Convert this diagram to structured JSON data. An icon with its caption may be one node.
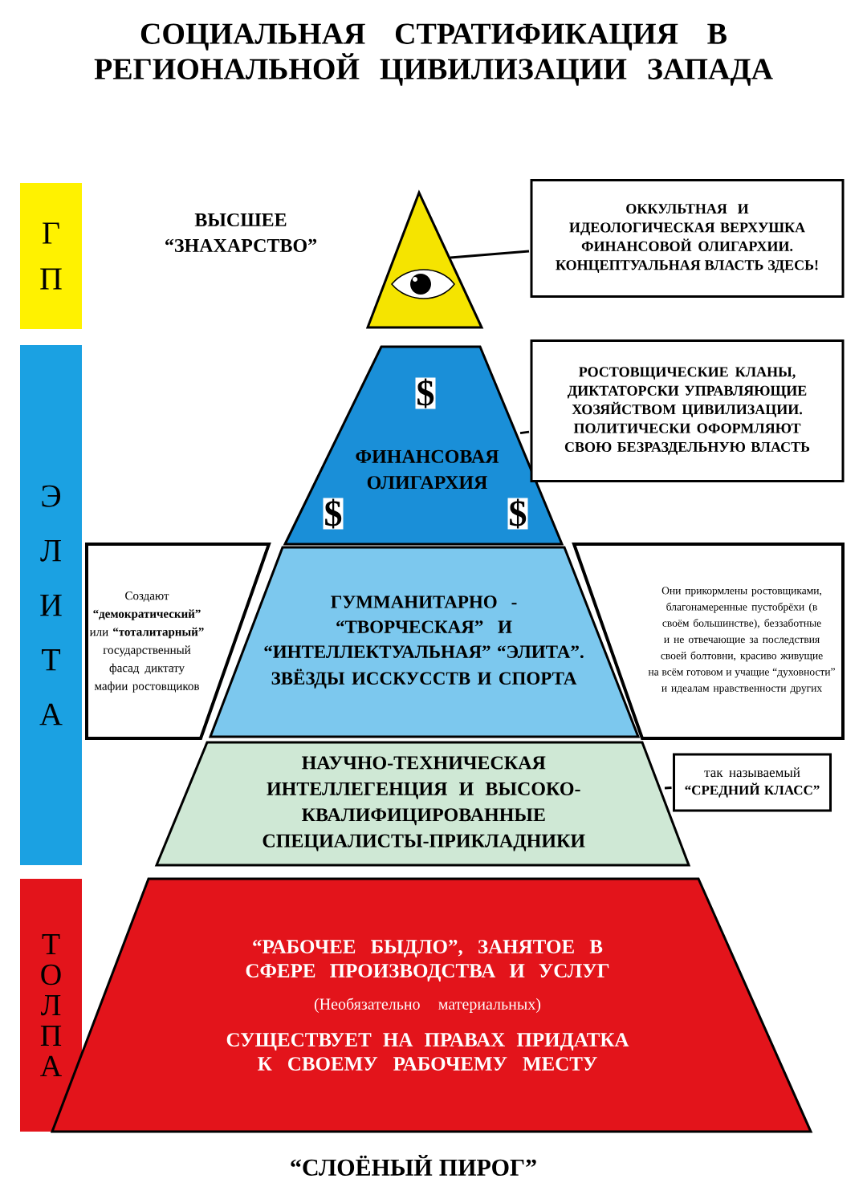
{
  "diagram": {
    "title": "СОЦИАЛЬНАЯ СТРАТИФИКАЦИЯ В РЕГИОНАЛЬНОЙ ЦИВИЛИЗАЦИИ ЗАПАДА",
    "caption": "“СЛОЁНЫЙ ПИРОГ”",
    "nodes": [
      {
        "text": [
          "Г П"
        ]
      },
      {
        "text": [
          "Э Л И Т А"
        ]
      },
      {
        "text": [
          "Т О Л П А"
        ]
      },
      {
        "text": [],
        "shape": "triangle",
        "beside": [
          "ВЫСШЕЕ “ЗНАХАРСТВО”"
        ]
      },
      {
        "text": [
          "ФИНАНСОВАЯ ОЛИГАРХИЯ"
        ]
      },
      {
        "text": [
          "ГУММАНИТАРНО - “ТВОРЧЕСКАЯ” И “ИНТЕЛЛЕКТУАЛЬНАЯ” “ЭЛИТА”.",
          "ЗВЁЗДЫ ИССКУССТВ И СПОРТА"
        ]
      },
      {
        "text": [
          "НАУЧНО-ТЕХНИЧЕСКАЯ ИНТЕЛЛЕГЕНЦИЯ И ВЫСОКО-КВАЛИФИЦИРОВАННЫЕ СПЕЦИАЛИСТЫ-ПРИКЛАДНИКИ"
        ]
      },
      {
        "text": [
          "“РАБОЧЕЕ БЫДЛО”, ЗАНЯТОЕ В СФЕРЕ ПРОИЗВОДСТВА И УСЛУГ",
          "(Необязательно материальных)",
          "СУЩЕСТВУЕТ НА ПРАВАХ ПРИДАТКА К СВОЕМУ РАБОЧЕМУ МЕСТУ"
        ]
      },
      {
        "text": [
          "ОККУЛЬТНАЯ И ИДЕОЛОГИЧЕСКАЯ ВЕРХУШКА ФИНАНСОВОЙ ОЛИГАРХИИ. КОНЦЕПТУАЛЬНАЯ ВЛАСТЬ ЗДЕСЬ!"
        ]
      },
      {
        "text": [
          "РОСТОВЩИЧЕСКИЕ КЛАНЫ, ДИКТАТОРСКИ УПРАВЛЯЮЩИЕ ХОЗЯЙСТВОМ ЦИВИЛИЗАЦИИ. ПОЛИТИЧЕСКИ ОФОРМЛЯЮТ СВОЮ БЕЗРАЗДЕЛЬНУЮ ВЛАСТЬ"
        ]
      },
      {
        "text": [
          "Создают **“демократический”** или **“тоталитарный”** государственный фасад диктату мафии ростовщиков"
        ]
      },
      {
        "text": [
          "Они прикормлены ростовщиками, благонамеренные пустобрёхи (в своём большинстве), беззаботные и не отвечающие за последствия своей болтовни, красиво живущие на всём готовом и учащие “духовности” и идеалам нравственности других"
        ]
      },
      {
        "text": [
          "так называемый **“СРЕДНИЙ КЛАСС”**"
        ]
      }
    ],
    "edges": [
      {
        "from": 8,
        "to": 3,
        "arrow": "none"
      },
      {
        "from": 9,
        "to": 4,
        "arrow": "none"
      },
      {
        "from": 12,
        "to": 6,
        "arrow": "none"
      }
    ],
    "labels": [
      "$",
      "$",
      "$"
    ]
  }
}
